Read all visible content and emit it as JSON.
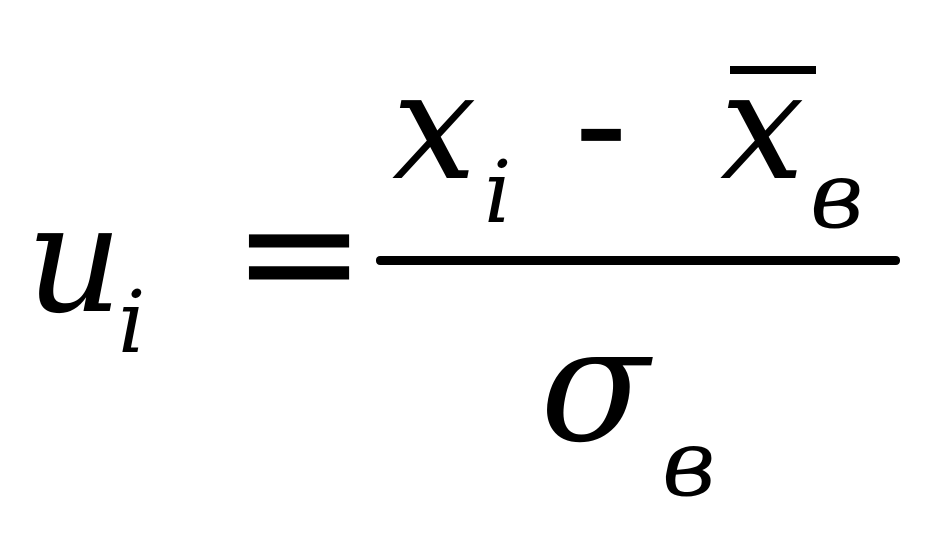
{
  "formula": {
    "lhs": {
      "variable": "u",
      "subscript": "i"
    },
    "equals": "=",
    "numerator": {
      "term1": {
        "variable": "x",
        "subscript": "i"
      },
      "operator": "-",
      "term2": {
        "variable": "x",
        "overbar": true,
        "subscript": "в"
      }
    },
    "denominator": {
      "variable": "σ",
      "subscript": "в"
    }
  },
  "colors": {
    "ink": "#000000",
    "background": "#ffffff"
  }
}
